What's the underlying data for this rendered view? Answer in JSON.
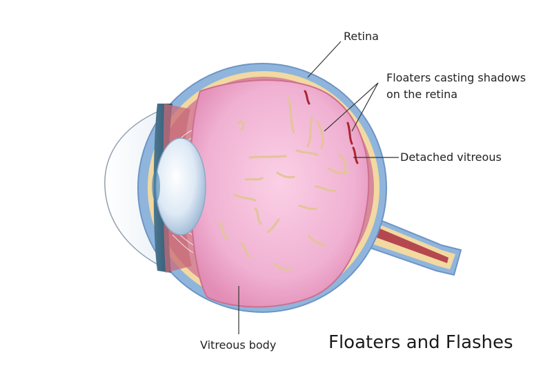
{
  "labels": {
    "retina": "Retina",
    "floaters_line1": "Floaters casting shadows",
    "floaters_line2": "on the retina",
    "detached_vitreous": "Detached vitreous",
    "vitreous_body": "Vitreous body"
  },
  "title": "Floaters and Flashes",
  "colors": {
    "sclera": "#8fb5dd",
    "sclera_edge": "#6d95c4",
    "choroid": "#f2d9a1",
    "retina_red": "#b5484f",
    "vitreous": "#f1b8d6",
    "vitreous_edge": "#cc6f90",
    "floater": "#e3c49a",
    "lens": "#dceaf6",
    "cornea_edge": "#8e9eb0"
  }
}
